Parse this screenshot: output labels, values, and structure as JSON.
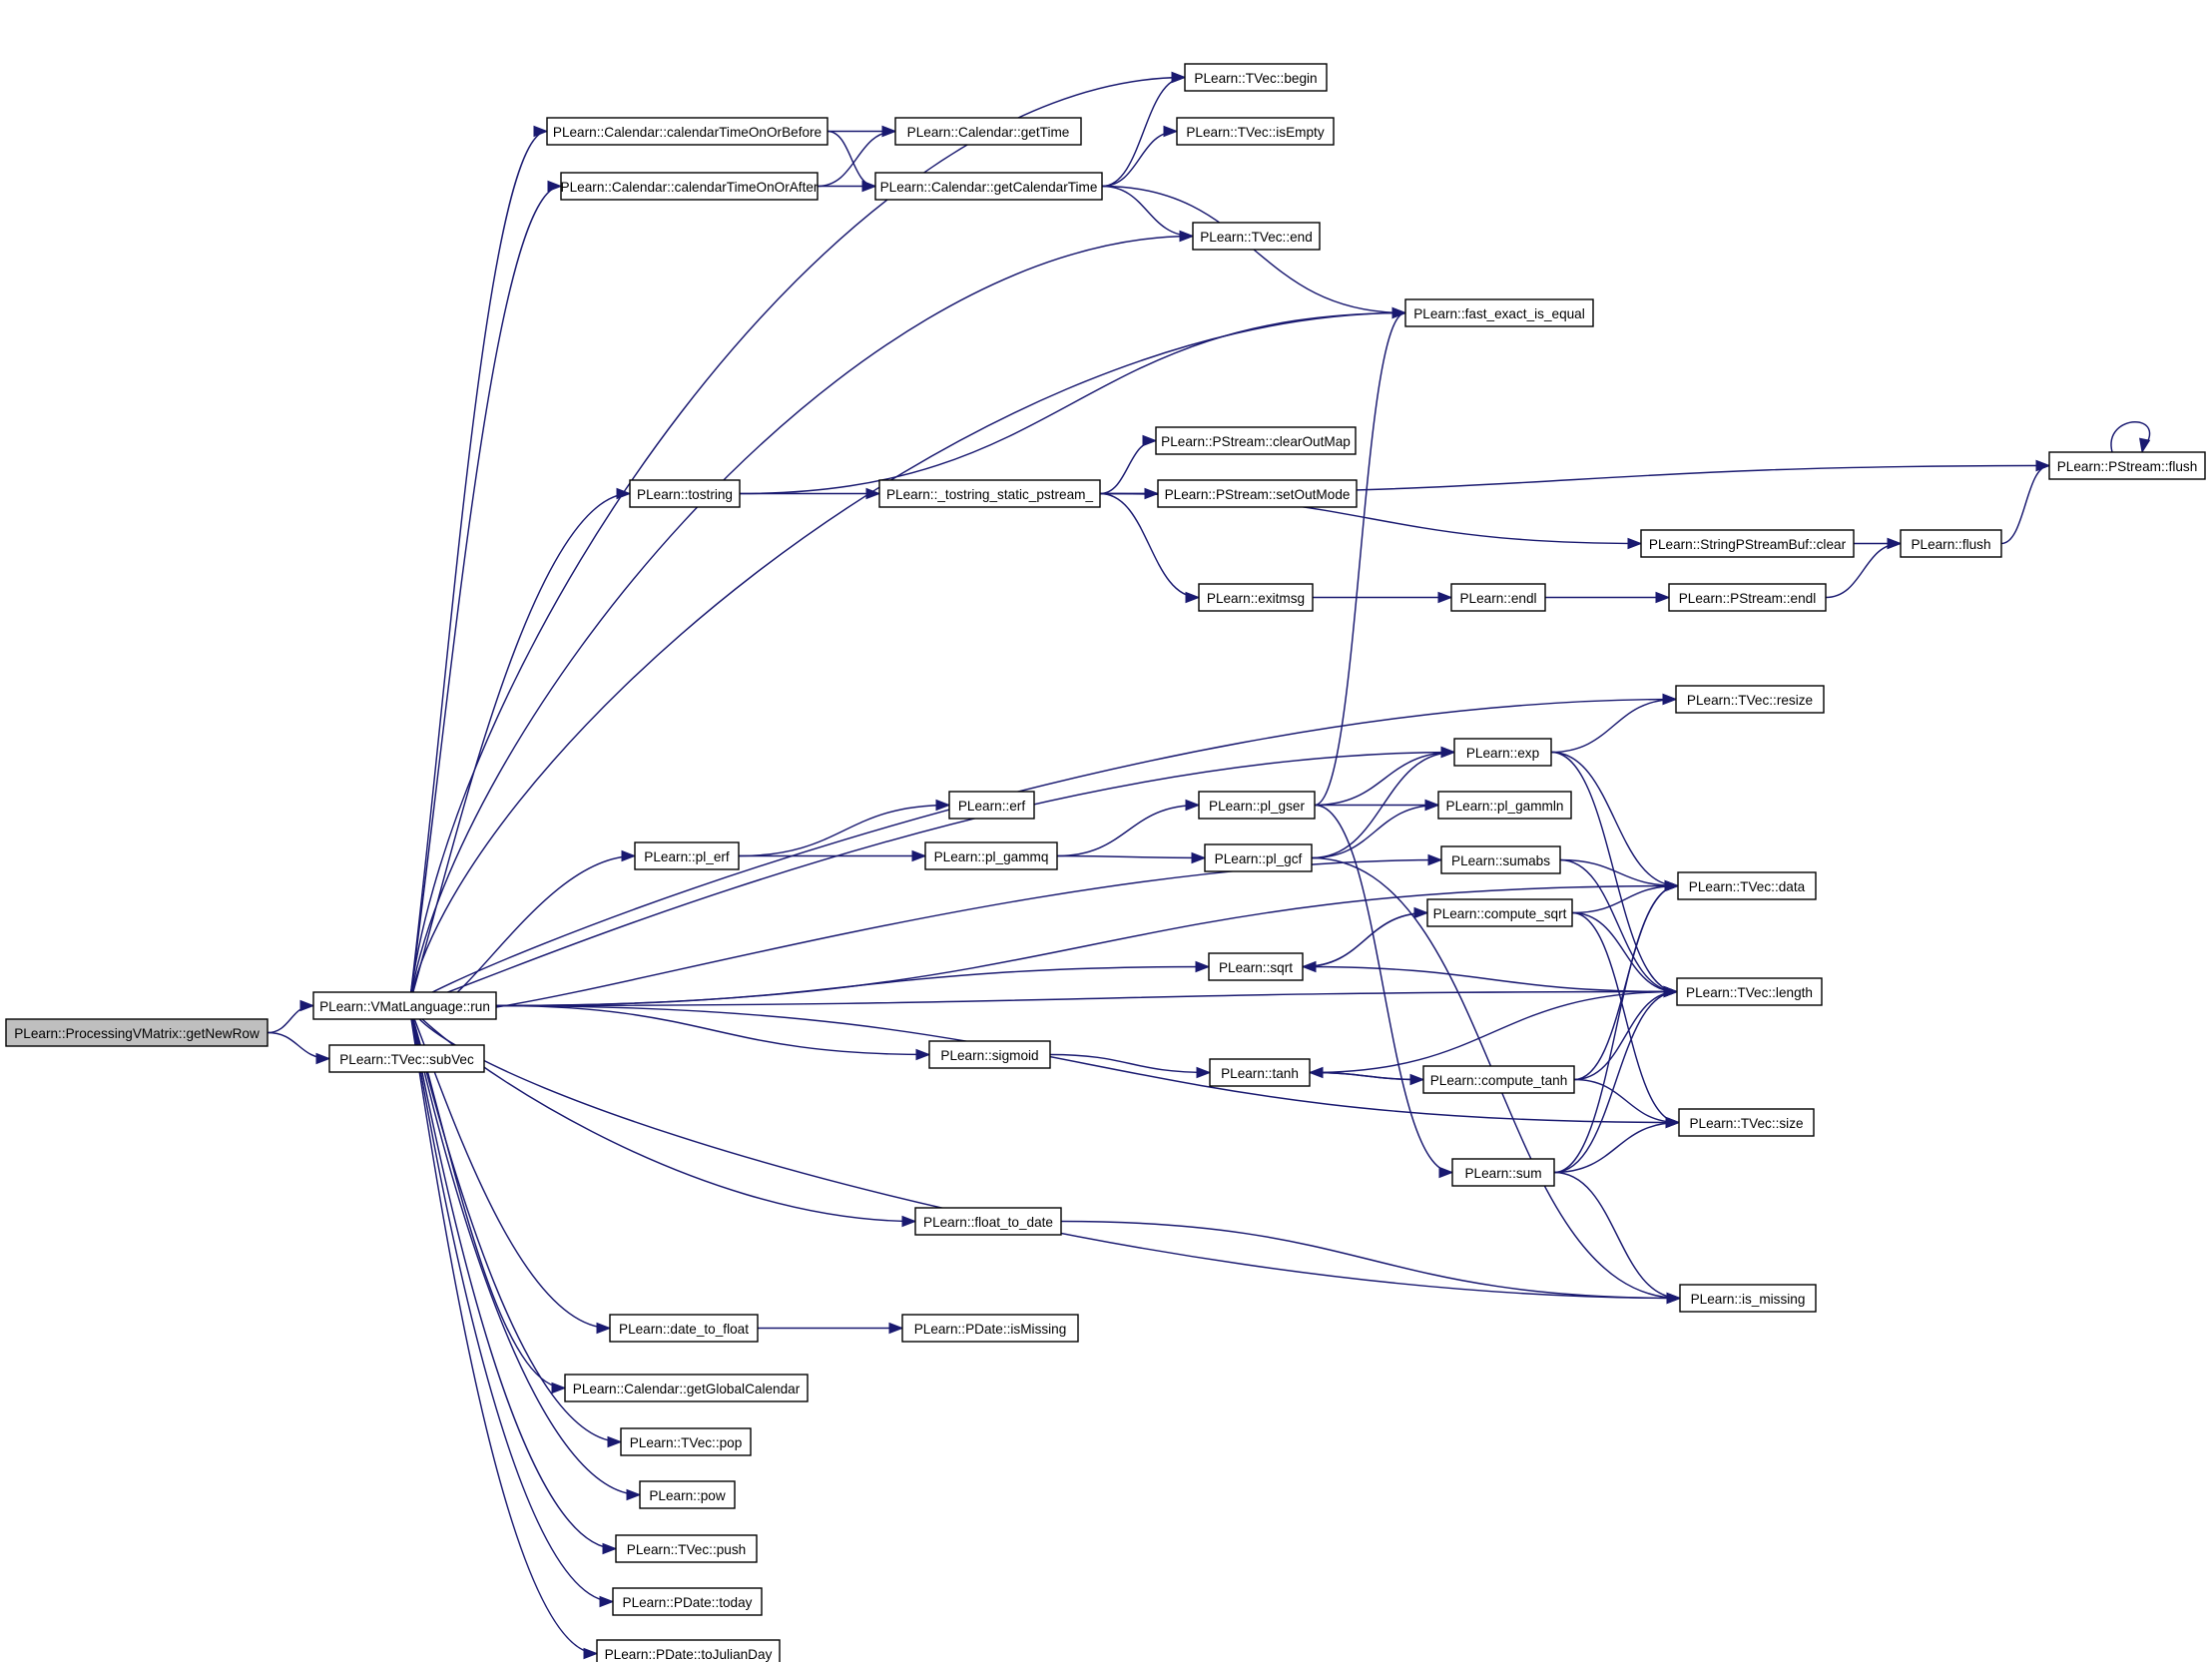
{
  "graph": {
    "nodes": [
      {
        "id": "getNewRow",
        "label": "PLearn::ProcessingVMatrix::getNewRow",
        "highlighted": true
      },
      {
        "id": "run",
        "label": "PLearn::VMatLanguage::run"
      },
      {
        "id": "subVec",
        "label": "PLearn::TVec::subVec"
      },
      {
        "id": "calOnOrBefore",
        "label": "PLearn::Calendar::calendarTimeOnOrBefore"
      },
      {
        "id": "calOnOrAfter",
        "label": "PLearn::Calendar::calendarTimeOnOrAfter"
      },
      {
        "id": "getTime",
        "label": "PLearn::Calendar::getTime"
      },
      {
        "id": "getCalTime",
        "label": "PLearn::Calendar::getCalendarTime"
      },
      {
        "id": "begin",
        "label": "PLearn::TVec::begin"
      },
      {
        "id": "isEmpty",
        "label": "PLearn::TVec::isEmpty"
      },
      {
        "id": "end",
        "label": "PLearn::TVec::end"
      },
      {
        "id": "fastEq",
        "label": "PLearn::fast_exact_is_equal"
      },
      {
        "id": "psflush",
        "label": "PLearn::PStream::flush"
      },
      {
        "id": "tostring",
        "label": "PLearn::tostring"
      },
      {
        "id": "tsps",
        "label": "PLearn::_tostring_static_pstream_"
      },
      {
        "id": "clearOutMap",
        "label": "PLearn::PStream::clearOutMap"
      },
      {
        "id": "setOutMode",
        "label": "PLearn::PStream::setOutMode"
      },
      {
        "id": "spbclear",
        "label": "PLearn::StringPStreamBuf::clear"
      },
      {
        "id": "flush",
        "label": "PLearn::flush"
      },
      {
        "id": "exitmsg",
        "label": "PLearn::exitmsg"
      },
      {
        "id": "endl",
        "label": "PLearn::endl"
      },
      {
        "id": "psendl",
        "label": "PLearn::PStream::endl"
      },
      {
        "id": "resize",
        "label": "PLearn::TVec::resize"
      },
      {
        "id": "exp",
        "label": "PLearn::exp"
      },
      {
        "id": "erf",
        "label": "PLearn::erf"
      },
      {
        "id": "pl_gser",
        "label": "PLearn::pl_gser"
      },
      {
        "id": "pl_gammln",
        "label": "PLearn::pl_gammln"
      },
      {
        "id": "pl_erf",
        "label": "PLearn::pl_erf"
      },
      {
        "id": "pl_gammq",
        "label": "PLearn::pl_gammq"
      },
      {
        "id": "pl_gcf",
        "label": "PLearn::pl_gcf"
      },
      {
        "id": "sumabs",
        "label": "PLearn::sumabs"
      },
      {
        "id": "data",
        "label": "PLearn::TVec::data"
      },
      {
        "id": "csqrt",
        "label": "PLearn::compute_sqrt"
      },
      {
        "id": "sqrt",
        "label": "PLearn::sqrt"
      },
      {
        "id": "length",
        "label": "PLearn::TVec::length"
      },
      {
        "id": "sigmoid",
        "label": "PLearn::sigmoid"
      },
      {
        "id": "tanh",
        "label": "PLearn::tanh"
      },
      {
        "id": "ctanh",
        "label": "PLearn::compute_tanh"
      },
      {
        "id": "size",
        "label": "PLearn::TVec::size"
      },
      {
        "id": "sum",
        "label": "PLearn::sum"
      },
      {
        "id": "f2d",
        "label": "PLearn::float_to_date"
      },
      {
        "id": "ismissing",
        "label": "PLearn::is_missing"
      },
      {
        "id": "d2f",
        "label": "PLearn::date_to_float"
      },
      {
        "id": "pdIsMissing",
        "label": "PLearn::PDate::isMissing"
      },
      {
        "id": "globalCal",
        "label": "PLearn::Calendar::getGlobalCalendar"
      },
      {
        "id": "pop",
        "label": "PLearn::TVec::pop"
      },
      {
        "id": "pow",
        "label": "PLearn::pow"
      },
      {
        "id": "push",
        "label": "PLearn::TVec::push"
      },
      {
        "id": "today",
        "label": "PLearn::PDate::today"
      },
      {
        "id": "julian",
        "label": "PLearn::PDate::toJulianDay"
      }
    ],
    "edges": [
      [
        "getNewRow",
        "run"
      ],
      [
        "getNewRow",
        "subVec"
      ],
      [
        "run",
        "begin"
      ],
      [
        "run",
        "calOnOrBefore"
      ],
      [
        "run",
        "calOnOrAfter"
      ],
      [
        "run",
        "end"
      ],
      [
        "run",
        "fastEq"
      ],
      [
        "run",
        "tostring"
      ],
      [
        "run",
        "resize"
      ],
      [
        "run",
        "data"
      ],
      [
        "run",
        "exp"
      ],
      [
        "run",
        "pl_erf"
      ],
      [
        "run",
        "sumabs"
      ],
      [
        "run",
        "sqrt"
      ],
      [
        "run",
        "sigmoid"
      ],
      [
        "run",
        "length"
      ],
      [
        "run",
        "size"
      ],
      [
        "run",
        "f2d"
      ],
      [
        "run",
        "ismissing"
      ],
      [
        "run",
        "d2f"
      ],
      [
        "run",
        "globalCal"
      ],
      [
        "run",
        "pop"
      ],
      [
        "run",
        "pow"
      ],
      [
        "run",
        "push"
      ],
      [
        "run",
        "today"
      ],
      [
        "run",
        "julian"
      ],
      [
        "calOnOrBefore",
        "getTime"
      ],
      [
        "calOnOrBefore",
        "getCalTime"
      ],
      [
        "calOnOrAfter",
        "getTime"
      ],
      [
        "calOnOrAfter",
        "getCalTime"
      ],
      [
        "getCalTime",
        "begin"
      ],
      [
        "getCalTime",
        "isEmpty"
      ],
      [
        "getCalTime",
        "end"
      ],
      [
        "getCalTime",
        "fastEq"
      ],
      [
        "tostring",
        "fastEq"
      ],
      [
        "tostring",
        "tsps"
      ],
      [
        "tsps",
        "psflush"
      ],
      [
        "tsps",
        "clearOutMap"
      ],
      [
        "tsps",
        "setOutMode"
      ],
      [
        "tsps",
        "spbclear"
      ],
      [
        "tsps",
        "exitmsg"
      ],
      [
        "psflush",
        "psflush"
      ],
      [
        "spbclear",
        "flush"
      ],
      [
        "flush",
        "psflush"
      ],
      [
        "exitmsg",
        "endl"
      ],
      [
        "endl",
        "psendl"
      ],
      [
        "psendl",
        "flush"
      ],
      [
        "exp",
        "resize"
      ],
      [
        "exp",
        "data"
      ],
      [
        "exp",
        "length"
      ],
      [
        "pl_erf",
        "erf"
      ],
      [
        "pl_erf",
        "pl_gammq"
      ],
      [
        "pl_gammq",
        "pl_gser"
      ],
      [
        "pl_gammq",
        "pl_gcf"
      ],
      [
        "pl_gser",
        "fastEq"
      ],
      [
        "pl_gser",
        "exp"
      ],
      [
        "pl_gser",
        "pl_gammln"
      ],
      [
        "pl_gser",
        "sum"
      ],
      [
        "pl_gcf",
        "exp"
      ],
      [
        "pl_gcf",
        "pl_gammln"
      ],
      [
        "pl_gcf",
        "ismissing"
      ],
      [
        "sumabs",
        "data"
      ],
      [
        "sumabs",
        "length"
      ],
      [
        "sqrt",
        "csqrt"
      ],
      [
        "sqrt",
        "length"
      ],
      [
        "csqrt",
        "sqrt"
      ],
      [
        "csqrt",
        "data"
      ],
      [
        "csqrt",
        "length"
      ],
      [
        "csqrt",
        "size"
      ],
      [
        "sigmoid",
        "tanh"
      ],
      [
        "tanh",
        "ctanh"
      ],
      [
        "tanh",
        "length"
      ],
      [
        "ctanh",
        "tanh"
      ],
      [
        "ctanh",
        "data"
      ],
      [
        "ctanh",
        "length"
      ],
      [
        "ctanh",
        "size"
      ],
      [
        "sum",
        "data"
      ],
      [
        "sum",
        "length"
      ],
      [
        "sum",
        "size"
      ],
      [
        "sum",
        "ismissing"
      ],
      [
        "f2d",
        "ismissing"
      ],
      [
        "d2f",
        "pdIsMissing"
      ]
    ]
  }
}
